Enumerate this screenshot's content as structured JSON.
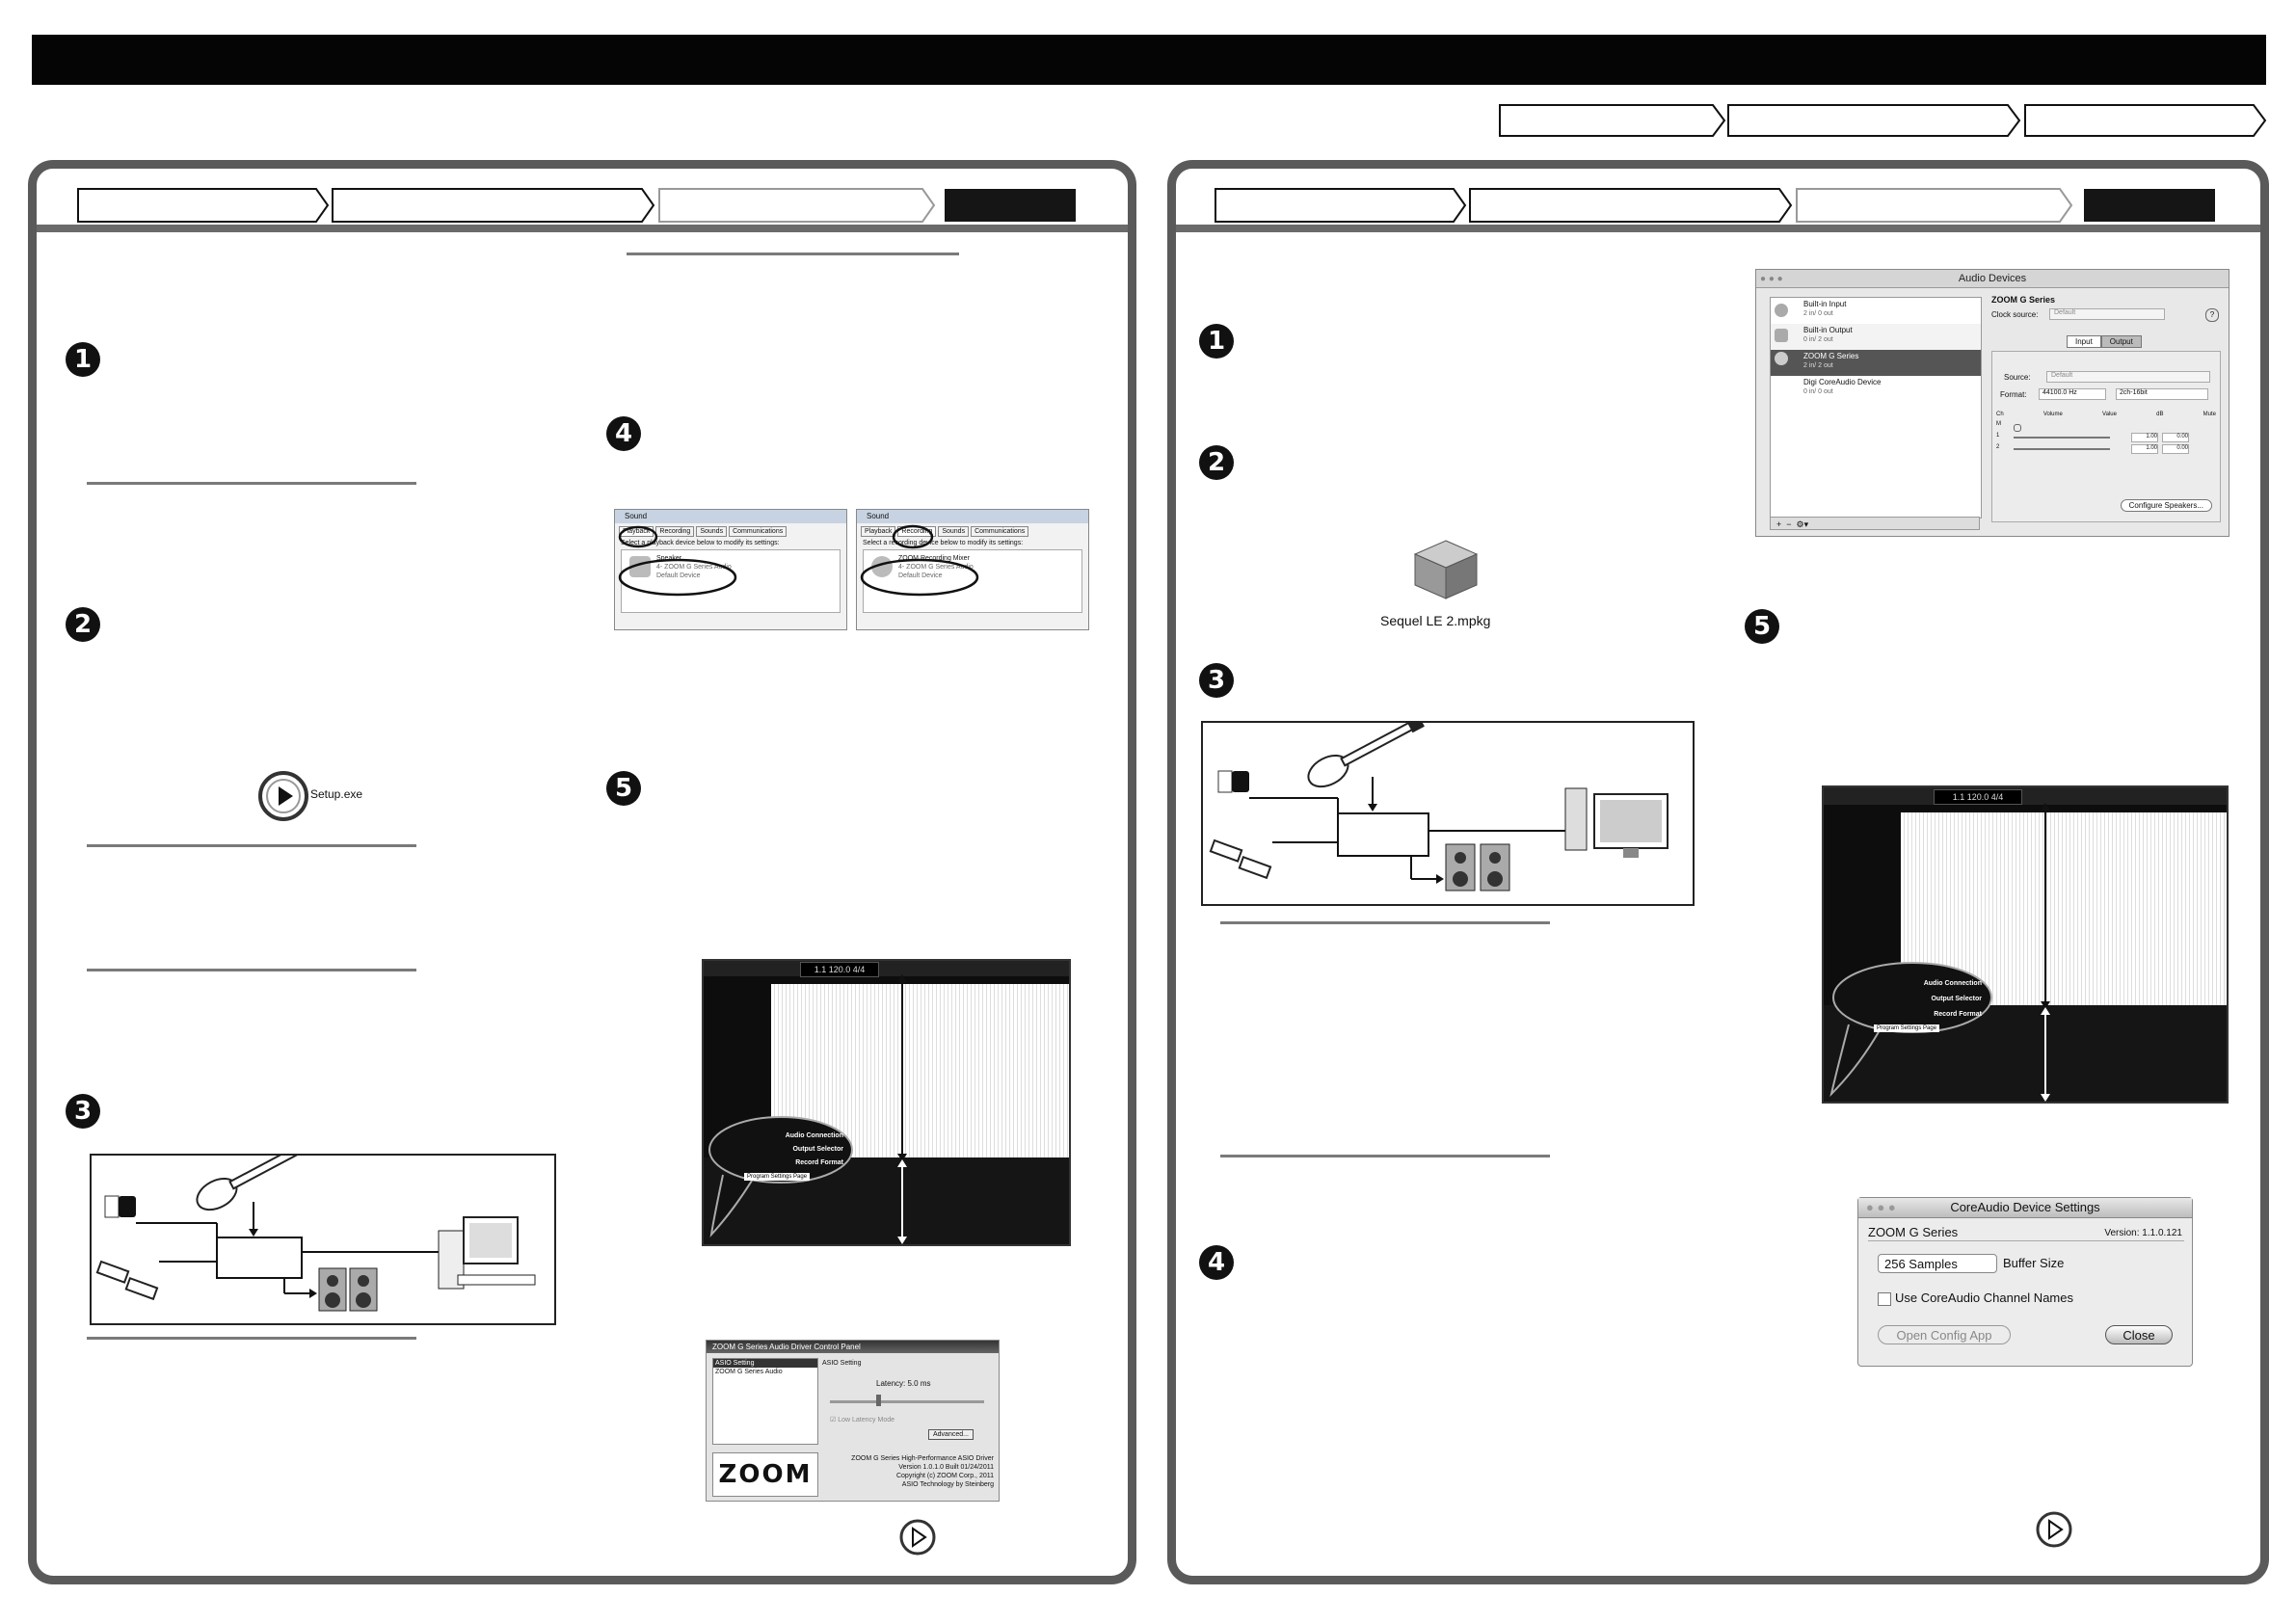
{
  "diagram": {
    "setup_exe": "Setup.exe",
    "sequel_pkg": "Sequel LE 2.mpkg"
  },
  "win_sound": {
    "title": "Sound",
    "tabs": [
      "Playback",
      "Recording",
      "Sounds",
      "Communications"
    ],
    "playback_hint": "Select a playback device below to modify its settings:",
    "recording_hint": "Select a recording device below to modify its settings:",
    "playback_device": [
      "Speaker",
      "4- ZOOM G Series Audio",
      "Default Device"
    ],
    "recording_device": [
      "ZOOM Recording Mixer",
      "4- ZOOM G Series Audio",
      "Default Device"
    ]
  },
  "daw": {
    "time": "1.1",
    "tempo": "120.0",
    "meter": "4/4",
    "menu_items": [
      "Audio Connection",
      "Output Selector",
      "Record Format"
    ],
    "tooltip": "Program Settings Page"
  },
  "asio": {
    "title": "ZOOM G Series Audio Driver Control Panel",
    "list_items": [
      "ASIO Setting",
      "ZOOM G Series Audio"
    ],
    "setting_label": "ASIO Setting",
    "latency_label": "Latency:",
    "latency_value": "5.0 ms",
    "checkbox_label": "Low Latency Mode",
    "advanced_button": "Advanced...",
    "logo": "ZOOM",
    "info": [
      "ZOOM G Series High-Performance ASIO Driver",
      "Version 1.0.1.0 Built 01/24/2011",
      "Copyright (c) ZOOM Corp., 2011",
      "ASIO Technology by Steinberg"
    ]
  },
  "mac_audio": {
    "title": "Audio Devices",
    "devices": [
      {
        "name": "Built-in Input",
        "io": "2 in/ 0 out"
      },
      {
        "name": "Built-in Output",
        "io": "0 in/ 2 out"
      },
      {
        "name": "ZOOM G Series",
        "io": "2 in/ 2 out"
      },
      {
        "name": "Digi CoreAudio Device",
        "io": "0 in/ 0 out"
      }
    ],
    "device_title": "ZOOM G Series",
    "clock_label": "Clock source:",
    "clock_value": "Default",
    "tab_input": "Input",
    "tab_output": "Output",
    "source_label": "Source:",
    "source_value": "Default",
    "format_label": "Format:",
    "format_rate": "44100.0 Hz",
    "format_bits": "2ch-16bit",
    "cols": [
      "Ch",
      "Volume",
      "Value",
      "dB",
      "Mute"
    ],
    "rows": [
      {
        "ch": "M",
        "value": "",
        "db": ""
      },
      {
        "ch": "1",
        "value": "1.00",
        "db": "0.00"
      },
      {
        "ch": "2",
        "value": "1.00",
        "db": "0.00"
      }
    ],
    "configure_button": "Configure Speakers...",
    "help": "?"
  },
  "coreaudio": {
    "title": "CoreAudio Device Settings",
    "device": "ZOOM G Series",
    "version": "Version: 1.1.0.121",
    "samples": "256 Samples",
    "buffer_label": "Buffer Size",
    "channel_names": "Use CoreAudio Channel Names",
    "open_config": "Open Config App",
    "close": "Close"
  }
}
